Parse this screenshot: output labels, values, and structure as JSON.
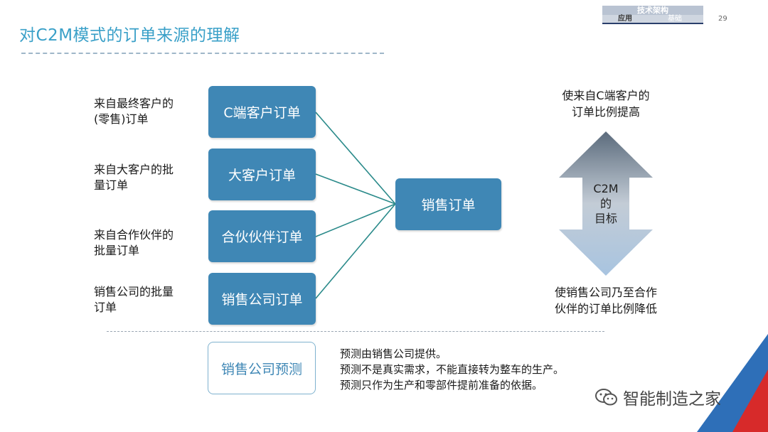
{
  "title": "对C2M模式的订单来源的理解",
  "header_nav": {
    "top": "技术架构",
    "left": "应用",
    "right": "基础"
  },
  "page_number": "29",
  "sources": [
    {
      "label_line1": "来自最终客户的",
      "label_line2": "(零售)订单",
      "box": "C端客户订单"
    },
    {
      "label_line1": "来自大客户的批",
      "label_line2": "量订单",
      "box": "大客户订单"
    },
    {
      "label_line1": "来自合作伙伴的",
      "label_line2": "批量订单",
      "box": "合伙伙伴订单"
    },
    {
      "label_line1": "销售公司的批量",
      "label_line2": "订单",
      "box": "销售公司订单"
    }
  ],
  "target_box": "销售订单",
  "goal_top": {
    "line1": "使来自C端客户的",
    "line2": "订单比例提高"
  },
  "arrow_text": {
    "line1": "C2M",
    "line2": "的",
    "line3": "目标"
  },
  "goal_bottom": {
    "line1": "使销售公司乃至合作",
    "line2": "伙伴的订单比例降低"
  },
  "forecast_box": "销售公司预测",
  "notes": [
    "预测由销售公司提供。",
    "预测不是真实需求，不能直接转为整车的生产。",
    "预测只作为生产和零部件提前准备的依据。"
  ],
  "watermark": "智能制造之家",
  "colors": {
    "title": "#3aa0c8",
    "box": "#3f87b5",
    "connector": "#2a8a8a",
    "corner_red": "#d72a2a",
    "corner_blue": "#2e6fb8"
  }
}
